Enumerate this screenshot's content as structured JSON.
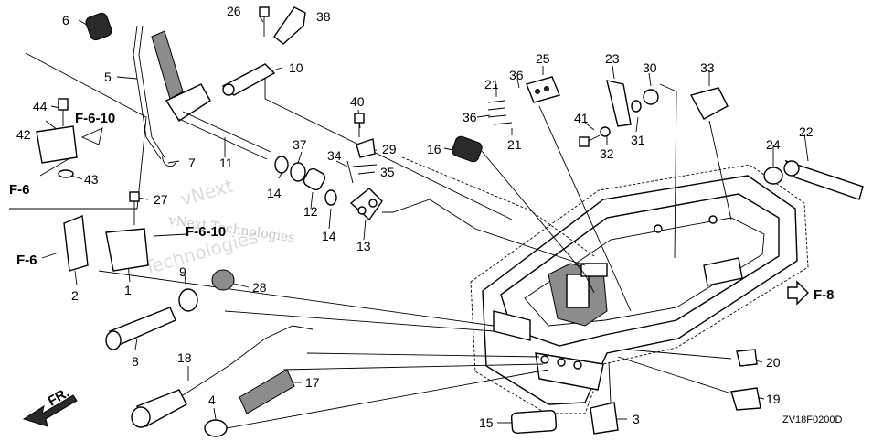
{
  "diagram": {
    "code": "ZV18F0200D",
    "watermark_lines": [
      "vNext",
      "Technologies",
      "vNext Technologies"
    ],
    "callouts": [
      {
        "id": "c1",
        "text": "1"
      },
      {
        "id": "c2",
        "text": "2"
      },
      {
        "id": "c3",
        "text": "3"
      },
      {
        "id": "c4",
        "text": "4"
      },
      {
        "id": "c5",
        "text": "5"
      },
      {
        "id": "c6",
        "text": "6"
      },
      {
        "id": "c7",
        "text": "7"
      },
      {
        "id": "c8",
        "text": "8"
      },
      {
        "id": "c9",
        "text": "9"
      },
      {
        "id": "c10",
        "text": "10"
      },
      {
        "id": "c11",
        "text": "11"
      },
      {
        "id": "c12",
        "text": "12"
      },
      {
        "id": "c13",
        "text": "13"
      },
      {
        "id": "c14a",
        "text": "14"
      },
      {
        "id": "c14b",
        "text": "14"
      },
      {
        "id": "c15",
        "text": "15"
      },
      {
        "id": "c16",
        "text": "16"
      },
      {
        "id": "c17",
        "text": "17"
      },
      {
        "id": "c18",
        "text": "18"
      },
      {
        "id": "c19",
        "text": "19"
      },
      {
        "id": "c20",
        "text": "20"
      },
      {
        "id": "c21a",
        "text": "21"
      },
      {
        "id": "c21b",
        "text": "21"
      },
      {
        "id": "c22",
        "text": "22"
      },
      {
        "id": "c23",
        "text": "23"
      },
      {
        "id": "c24",
        "text": "24"
      },
      {
        "id": "c25",
        "text": "25"
      },
      {
        "id": "c26",
        "text": "26"
      },
      {
        "id": "c27",
        "text": "27"
      },
      {
        "id": "c28",
        "text": "28"
      },
      {
        "id": "c29",
        "text": "29"
      },
      {
        "id": "c30",
        "text": "30"
      },
      {
        "id": "c31",
        "text": "31"
      },
      {
        "id": "c32",
        "text": "32"
      },
      {
        "id": "c33",
        "text": "33"
      },
      {
        "id": "c34",
        "text": "34"
      },
      {
        "id": "c35",
        "text": "35"
      },
      {
        "id": "c36a",
        "text": "36"
      },
      {
        "id": "c36b",
        "text": "36"
      },
      {
        "id": "c37",
        "text": "37"
      },
      {
        "id": "c38",
        "text": "38"
      },
      {
        "id": "c40",
        "text": "40"
      },
      {
        "id": "c41",
        "text": "41"
      },
      {
        "id": "c42",
        "text": "42"
      },
      {
        "id": "c43",
        "text": "43"
      },
      {
        "id": "c44",
        "text": "44"
      }
    ],
    "references": {
      "f610_top": "F-6-10",
      "f610_mid": "F-6-10",
      "f6_left": "F-6",
      "f6_mid": "F-6",
      "f8": "F-8",
      "front": "FR."
    }
  }
}
